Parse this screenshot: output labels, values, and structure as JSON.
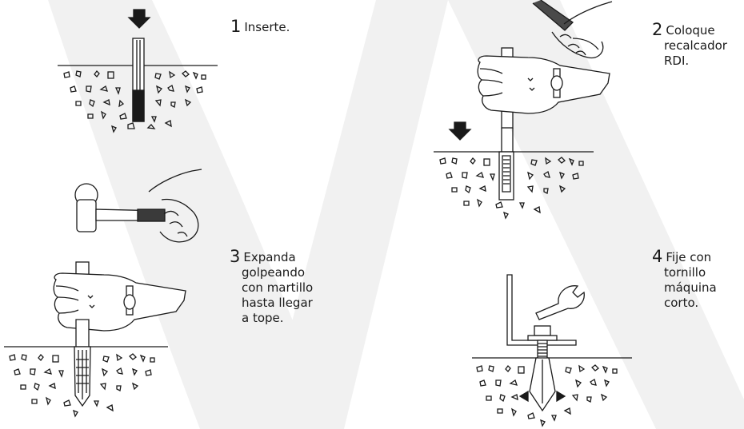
{
  "steps": [
    {
      "number": "1",
      "lines": [
        "Inserte."
      ]
    },
    {
      "number": "2",
      "lines": [
        "Coloque",
        "recalcador",
        "RDI."
      ]
    },
    {
      "number": "3",
      "lines": [
        "Expanda",
        "golpeando",
        "con martillo",
        "hasta llegar",
        "a tope."
      ]
    },
    {
      "number": "4",
      "lines": [
        "Fije con",
        "tornillo",
        "máquina",
        "corto."
      ]
    }
  ],
  "colors": {
    "background": "#ffffff",
    "watermark": "#f1f1f1",
    "ink": "#1a1a1a"
  }
}
